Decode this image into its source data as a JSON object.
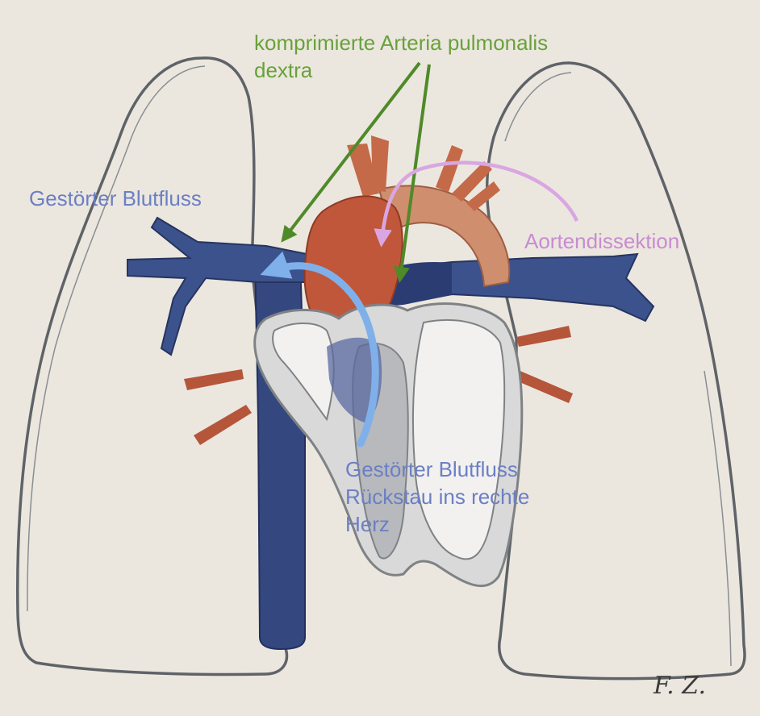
{
  "labels": {
    "pulmonalis": {
      "line1": "komprimierte Arteria pulmonalis",
      "line2": "dextra"
    },
    "flow_left": "Gestörter  Blutfluss",
    "aortendissektion": "Aortendissektion",
    "flow_heart": {
      "line1": "Gestörter  Blutfluss",
      "line2": "Rückstau ins rechte",
      "line3": "Herz"
    }
  },
  "signature": "F. Z.",
  "colors": {
    "paper": "#ebe7df",
    "lung_outline": "#5f6368",
    "vein_blue": "#3a4e86",
    "vein_dark": "#27346a",
    "artery_red": "#b5553a",
    "aorta": "#cf8e6e",
    "heart_gray": "#a7a9ac",
    "green_label": "#6aa13a",
    "green_arrow": "#4f8a29",
    "blue_label": "#6b7fc4",
    "light_blue_arrow": "#7fb0ea",
    "pink_label": "#c98bd1",
    "pink_arrow": "#d9a6e2"
  }
}
